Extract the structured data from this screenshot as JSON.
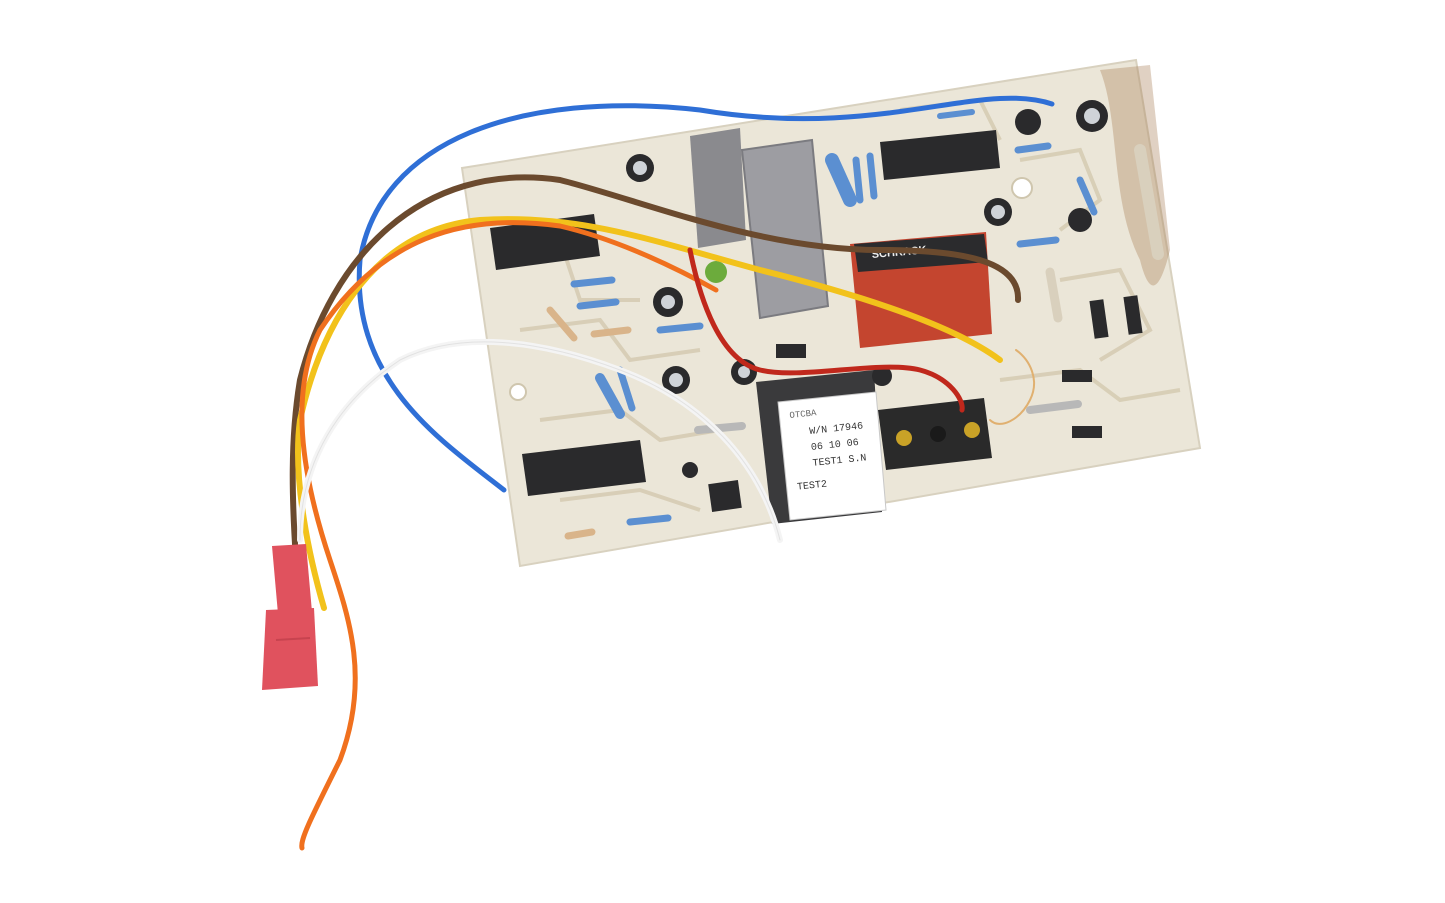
{
  "photo": {
    "subject": "",
    "background_color": "#ffffff",
    "board_color": "#ebe6d8",
    "trace_color": "#d9d2bf"
  },
  "markings": {
    "relay_brand": "SCHRACK",
    "sticker_lines": [
      "OTCBA",
      "W/N 17946",
      "06 10 06",
      "TEST1 S.N",
      "TEST2"
    ]
  },
  "wire_colors": {
    "blue": "#2f6fd6",
    "brown": "#6b4a2e",
    "yellow": "#f2c21b",
    "orange": "#f0701e",
    "white": "#f4f4f4",
    "red": "#c0281c"
  },
  "connector_color": "#e0525e"
}
